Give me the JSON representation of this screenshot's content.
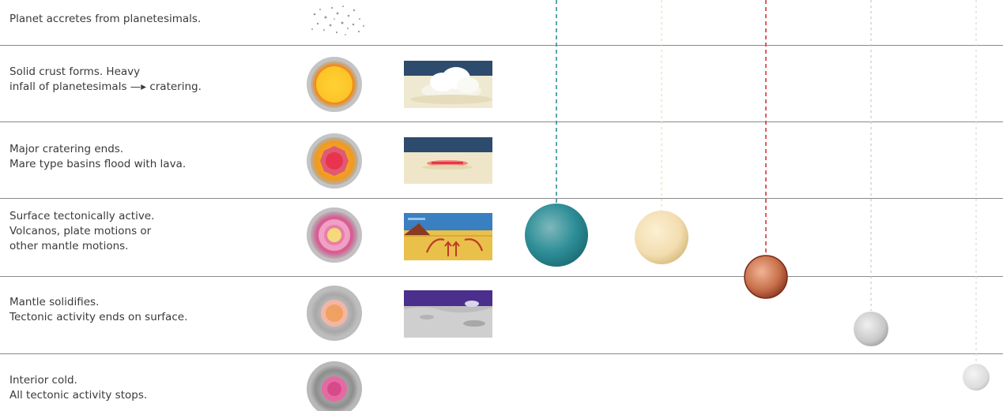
{
  "stages": [
    {
      "lines": [
        "Planet accretes from planetesimals."
      ]
    },
    {
      "lines": [
        "Solid crust forms. Heavy",
        "infall of planetesimals —▸ cratering."
      ]
    },
    {
      "lines": [
        "Major cratering ends.",
        "Mare type basins flood with lava."
      ]
    },
    {
      "lines": [
        "Surface tectonically active.",
        "Volcanos, plate motions or",
        "other mantle motions."
      ]
    },
    {
      "lines": [
        "Mantle solidifies.",
        "Tectonic activity ends on surface."
      ]
    },
    {
      "lines": [
        "Interior cold.",
        "All tectonic activity stops."
      ]
    }
  ],
  "colors": {
    "rule": "#8a8a8a",
    "teal_planet": "#2f8f98",
    "cream_planet": "#f3ddb0",
    "copper_planet": "#c8704a",
    "gray_planet": "#c8c8c8",
    "light_gray_planet": "#dcdcdc"
  }
}
